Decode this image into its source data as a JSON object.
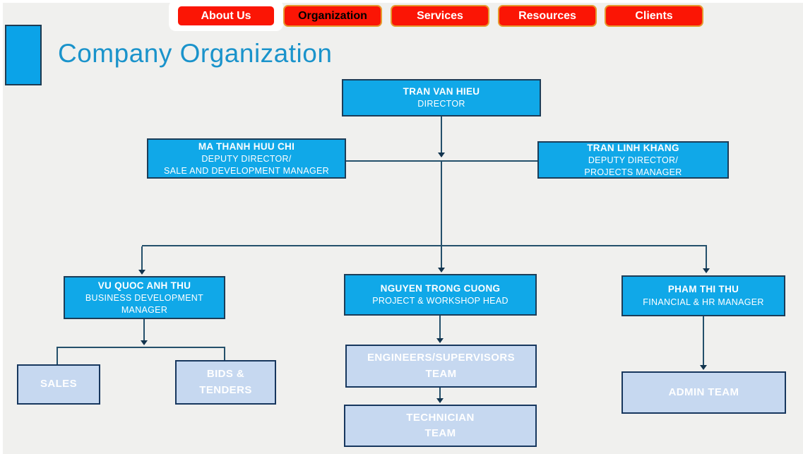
{
  "nav": {
    "items": [
      {
        "label": "About Us",
        "active": false
      },
      {
        "label": "Organization",
        "active": true
      },
      {
        "label": "Services",
        "active": false
      },
      {
        "label": "Resources",
        "active": false
      },
      {
        "label": "Clients",
        "active": false
      }
    ]
  },
  "page": {
    "title": "Company Organization"
  },
  "org_chart": {
    "director": {
      "name": "TRAN VAN HIEU",
      "role": "DIRECTOR"
    },
    "deputy_sales": {
      "name": "MA THANH HUU CHI",
      "role_line1": "DEPUTY DIRECTOR/",
      "role_line2": "SALE AND DEVELOPMENT MANAGER"
    },
    "deputy_projects": {
      "name": "TRAN LINH KHANG",
      "role_line1": "DEPUTY DIRECTOR/",
      "role_line2": "PROJECTS MANAGER"
    },
    "manager_business": {
      "name": "VU QUOC ANH THU",
      "role_line1": "BUSINESS DEVELOPMENT",
      "role_line2": "MANAGER"
    },
    "manager_project": {
      "name": "NGUYEN TRONG CUONG",
      "role_line1": "PROJECT & WORKSHOP HEAD"
    },
    "manager_finance": {
      "name": "PHAM THI THU",
      "role_line1": "FINANCIAL & HR MANAGER"
    },
    "team_sales": {
      "line1": "SALES"
    },
    "team_bids": {
      "line1": "BIDS &",
      "line2": "TENDERS"
    },
    "team_engineers": {
      "line1": "ENGINEERS/SUPERVISORS",
      "line2": "TEAM"
    },
    "team_technician": {
      "line1": "TECHNICIAN",
      "line2": "TEAM"
    },
    "team_admin": {
      "line1": "ADMIN TEAM"
    }
  },
  "colors": {
    "nav_red": "#FB1505",
    "nav_border_gold": "#E59A2F",
    "node_blue": "#10A8E8",
    "node_light_blue": "#C6D8F0",
    "node_border_dark": "#17375E",
    "title_blue": "#1A93CB",
    "connector": "#24506B",
    "background": "#F0F0EE"
  }
}
